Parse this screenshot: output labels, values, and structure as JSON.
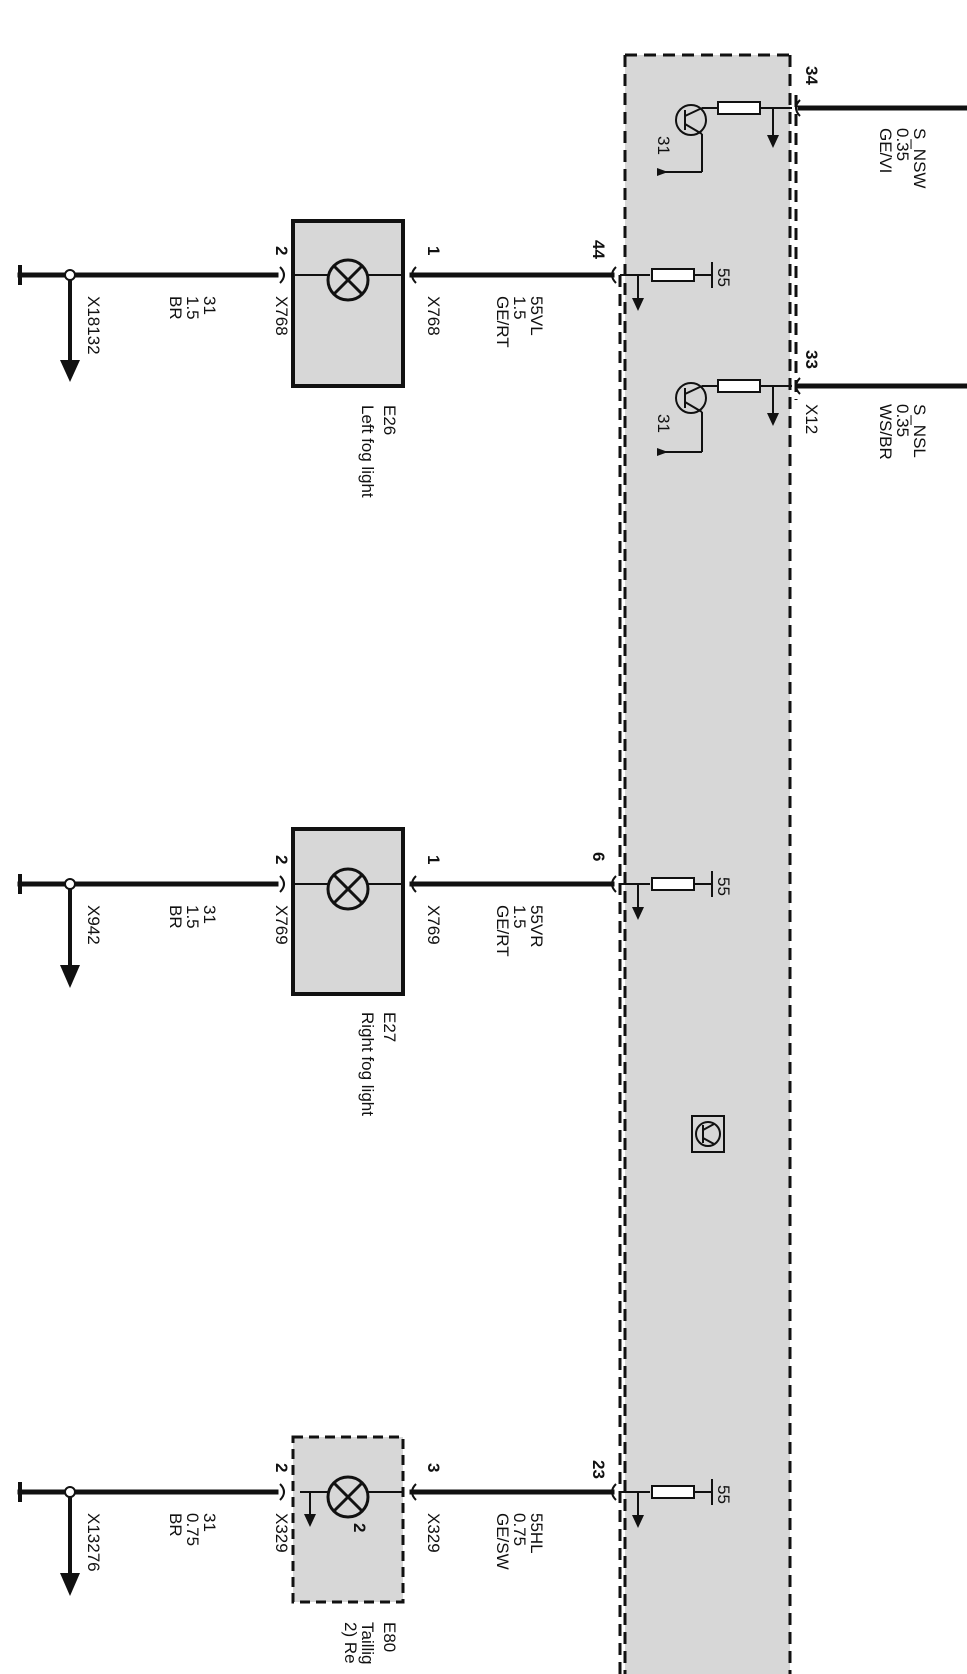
{
  "module": {
    "pins": [
      "34",
      "44",
      "33",
      "6",
      "23"
    ],
    "resistor_values": [
      "55",
      "55",
      "55"
    ],
    "transistor_grounds": [
      "31",
      "31"
    ],
    "connector": "X12"
  },
  "signals": {
    "s_nsw": {
      "name": "S_NSW",
      "size": "0.35",
      "color": "GE/VI"
    },
    "s_nsl": {
      "name": "S_NSL",
      "size": "0.35",
      "color": "WS/BR"
    }
  },
  "lights": [
    {
      "id": "E26",
      "name": "Left fog light",
      "pin_in": "1",
      "pin_out": "2",
      "connector": "X768",
      "feed_wire": {
        "name": "55VL",
        "size": "1.5",
        "color": "GE/RT"
      },
      "ground_wire": {
        "name": "31",
        "size": "1.5",
        "color": "BR"
      },
      "ground_point": "X18132"
    },
    {
      "id": "E27",
      "name": "Right fog light",
      "pin_in": "1",
      "pin_out": "2",
      "connector": "X769",
      "feed_wire": {
        "name": "55VR",
        "size": "1.5",
        "color": "GE/RT"
      },
      "ground_wire": {
        "name": "31",
        "size": "1.5",
        "color": "BR"
      },
      "ground_point": "X942"
    },
    {
      "id": "E80",
      "name_lines": [
        "Taillig",
        "2) Re"
      ],
      "pin_in": "3",
      "pin_out": "2",
      "inner_pin": "2",
      "connector": "X329",
      "feed_wire": {
        "name": "55HL",
        "size": "0.75",
        "color": "GE/SW"
      },
      "ground_wire": {
        "name": "31",
        "size": "0.75",
        "color": "BR"
      },
      "ground_point": "X13276"
    }
  ]
}
